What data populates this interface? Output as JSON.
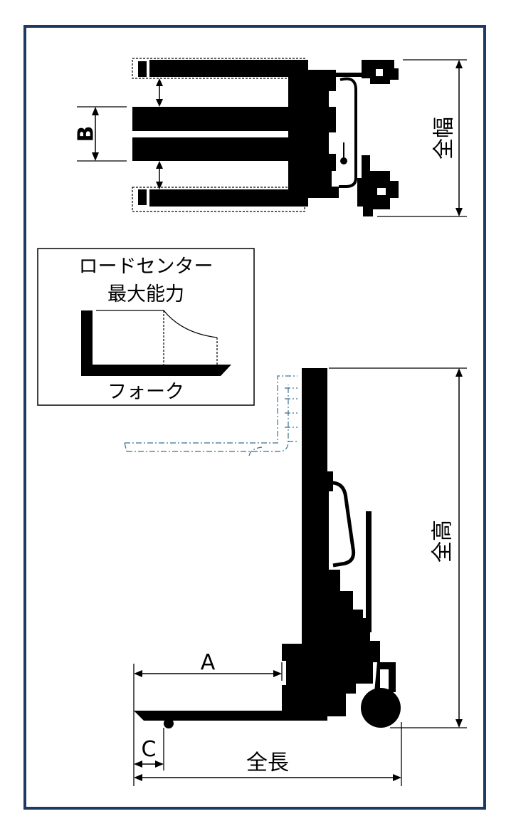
{
  "colors": {
    "frame": "#1d3a63",
    "ink": "#000000",
    "dashed_forks": "#3a6f8f",
    "background": "#ffffff"
  },
  "top_view": {
    "dim_b": "B",
    "overall_width": "全幅"
  },
  "legend": {
    "title_line1": "ロードセンター",
    "title_line2": "最大能力",
    "fork_label": "フォーク"
  },
  "side_view": {
    "overall_height": "全高",
    "dim_a": "A",
    "dim_c": "C",
    "overall_length": "全長"
  }
}
